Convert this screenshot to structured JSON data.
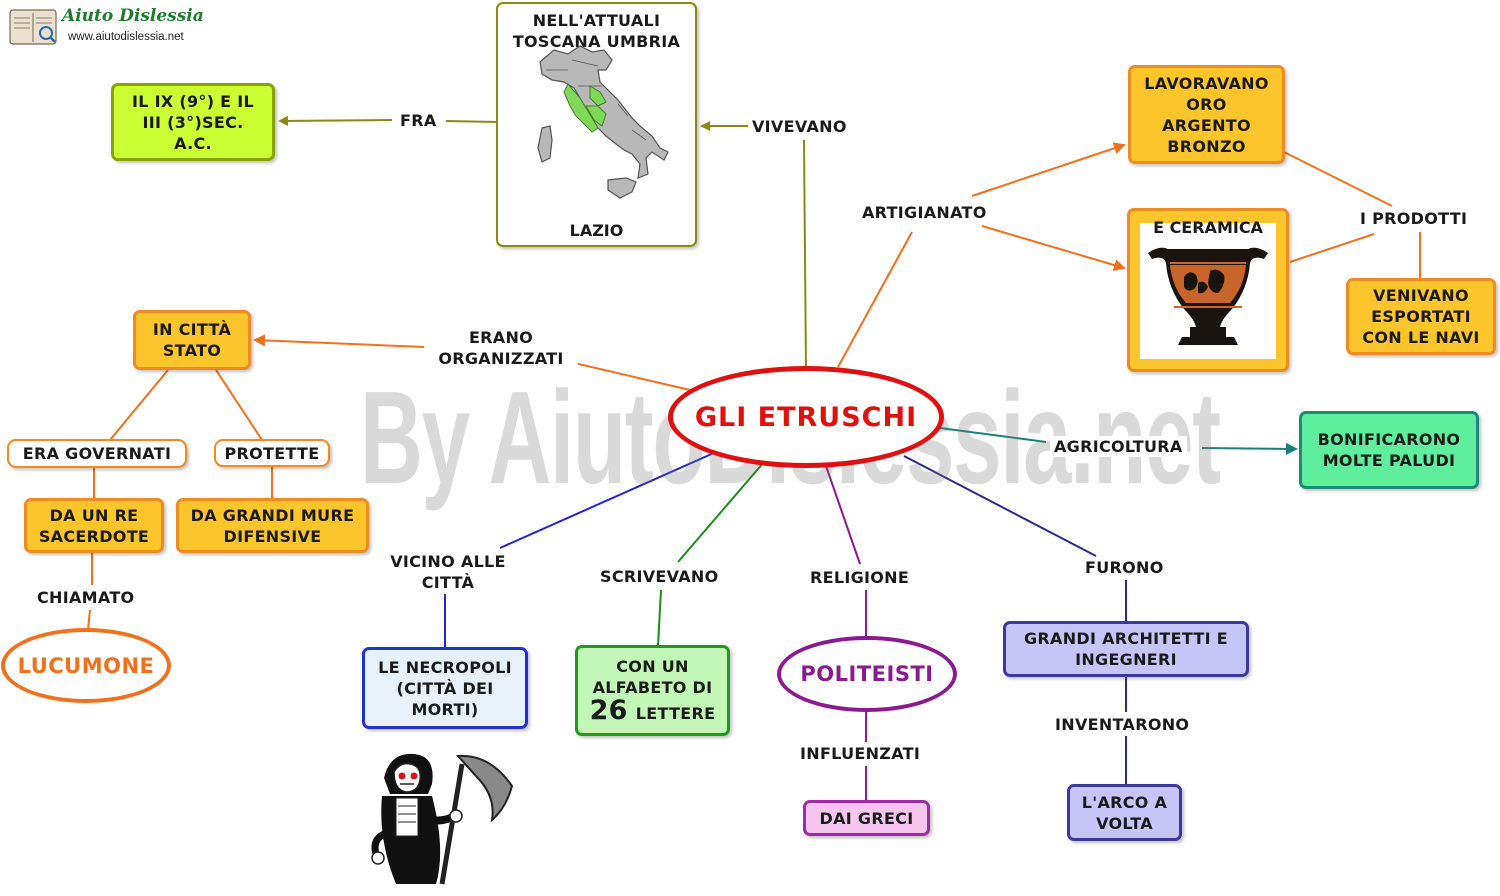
{
  "logo": {
    "name": "Aiuto Dislessia",
    "url": "www.aiutodislessia.net"
  },
  "watermark": "By AiutoDislessia.net",
  "center": {
    "title": "GLI ETRUSCHI"
  },
  "map": {
    "top_text": "NELL'ATTUALI TOSCANA UMBRIA",
    "bottom_text": "LAZIO"
  },
  "links": {
    "vivevano": "VIVEVANO",
    "fra": "FRA",
    "erano": "ERANO ORGANIZZATI",
    "artigianato": "ARTIGIANATO",
    "prodotti": "I PRODOTTI",
    "agricoltura": "AGRICOLTURA",
    "vicino": "VICINO ALLE CITTÀ",
    "scrivevano": "SCRIVEVANO",
    "religione": "RELIGIONE",
    "furono": "FURONO",
    "chiamato": "CHIAMATO",
    "influenzati": "INFLUENZATI",
    "inventarono": "INVENTARONO"
  },
  "nodes": {
    "period": "IL IX (9°) E IL III (3°)SEC. A.C.",
    "citta_stato": "IN  CITTÀ STATO",
    "era_governati": "ERA GOVERNATI",
    "protette": "PROTETTE",
    "re_sacerdote": "DA UN RE SACERDOTE",
    "grandi_mure": "DA GRANDI MURE DIFENSIVE",
    "lucumone": "LUCUMONE",
    "metalli": "LAVORAVANO ORO ARGENTO BRONZO",
    "ceramica": "E CERAMICA",
    "esportati": "VENIVANO ESPORTATI CON LE NAVI",
    "paludi": "BONIFICARONO MOLTE PALUDI",
    "necropoli": "LE NECROPOLI (CITTÀ DEI MORTI)",
    "alfabeto_pre": "CON UN ALFABETO DI",
    "alfabeto_num": "26",
    "alfabeto_post": "LETTERE",
    "politeisti": "POLITEISTI",
    "greci": "DAI GRECI",
    "architetti": "GRANDI ARCHITETTI E INGEGNERI",
    "arco": "L'ARCO A VOLTA"
  }
}
